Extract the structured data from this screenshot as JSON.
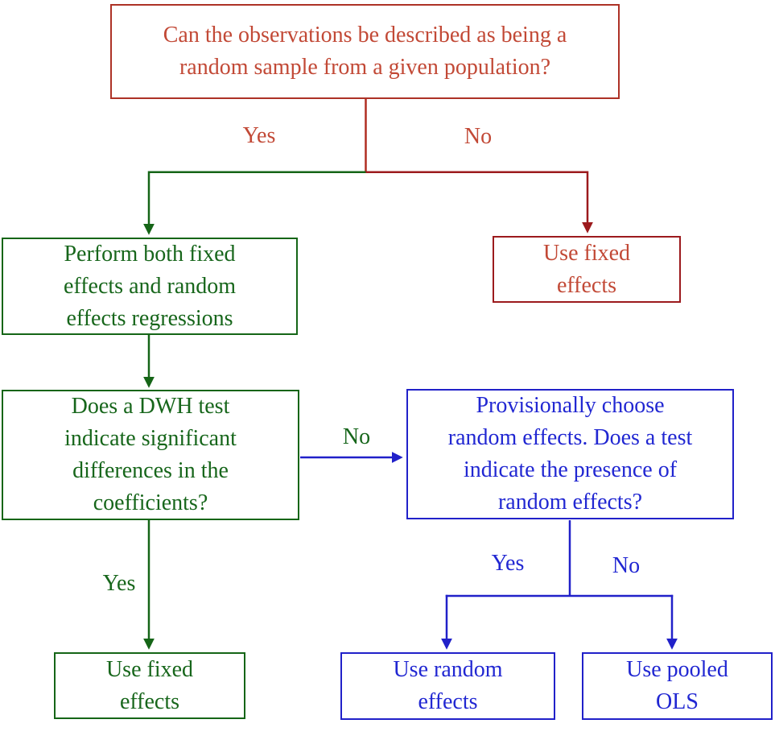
{
  "diagram": {
    "name": "fixed-vs-random-effects-decision-flowchart",
    "colors": {
      "brick_red_text": "#c24936",
      "question_box_border": "#ad3226",
      "dark_red_branch": "#9c1a1d",
      "red_stem": "#b02e22",
      "green": "#156517",
      "blue": "#2121c9"
    },
    "nodes": {
      "question_random_sample": {
        "text": "Can the observations be described as being a\nrandom sample from a given population?"
      },
      "perform_both": {
        "text": "Perform both fixed\neffects and random\neffects regressions"
      },
      "use_fixed_no_branch": {
        "text": "Use fixed\neffects"
      },
      "dwh_question": {
        "text": "Does a DWH test\nindicate significant\ndifferences in the\ncoefficients?"
      },
      "provisional_random": {
        "text": "Provisionally choose\nrandom effects. Does a test\nindicate the presence of\nrandom effects?"
      },
      "use_fixed_yes_branch": {
        "text": "Use fixed\neffects"
      },
      "use_random_effects": {
        "text": "Use random\neffects"
      },
      "use_pooled_ols": {
        "text": "Use pooled\nOLS"
      }
    },
    "edge_labels": {
      "sample_yes": "Yes",
      "sample_no": "No",
      "dwh_no": "No",
      "dwh_yes": "Yes",
      "re_test_yes": "Yes",
      "re_test_no": "No"
    }
  }
}
